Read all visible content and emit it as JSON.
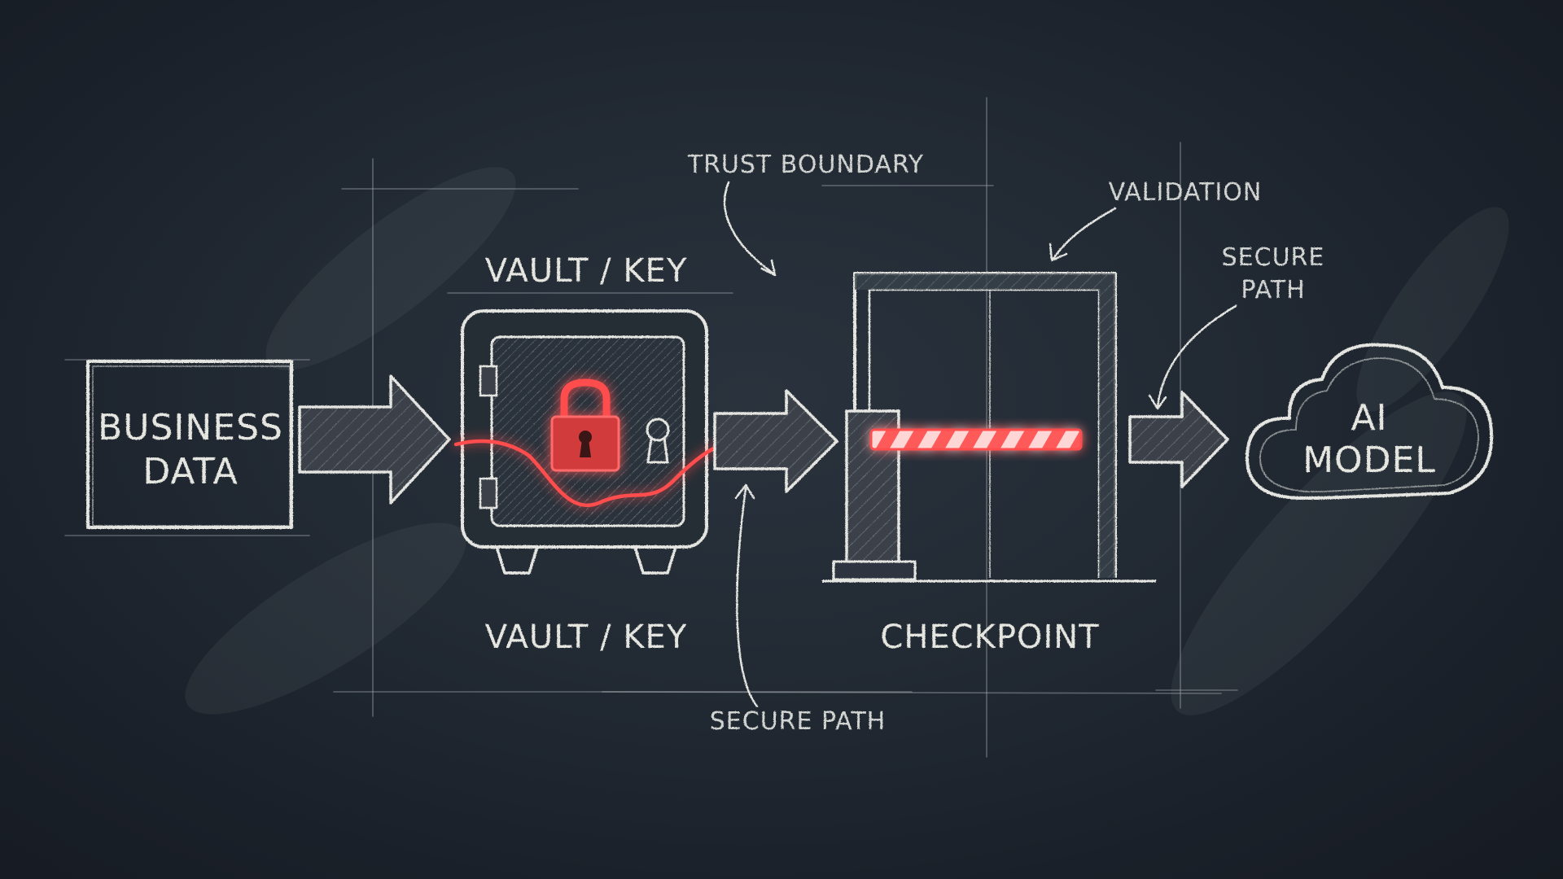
{
  "diagram": {
    "source": {
      "label_line1": "BUSINESS",
      "label_line2": "DATA"
    },
    "vault": {
      "label_top": "VAULT / KEY",
      "label_bottom": "VAULT / KEY"
    },
    "trust_boundary": {
      "label": "TRUST BOUNDARY"
    },
    "secure_path_bottom": {
      "label": "SECURE PATH"
    },
    "checkpoint": {
      "label": "CHECKPOINT"
    },
    "validation": {
      "label": "VALIDATION"
    },
    "secure_path_right": {
      "label_line1": "SECURE",
      "label_line2": "PATH"
    },
    "destination": {
      "label_line1": "AI",
      "label_line2": "MODEL"
    }
  },
  "colors": {
    "chalk": "#e4e5e0",
    "accent_red": "#ff4d4d",
    "board": "#1c232d"
  }
}
